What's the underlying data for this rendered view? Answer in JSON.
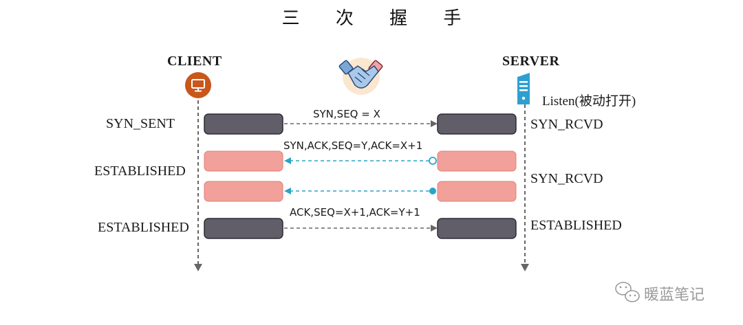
{
  "title": "三 次 握 手",
  "client": {
    "label": "CLIENT"
  },
  "server": {
    "label": "SERVER",
    "listen": "Listen(被动打开)"
  },
  "client_states": [
    "SYN_SENT",
    "ESTABLISHED",
    "ESTABLISHED"
  ],
  "server_states": [
    "SYN_RCVD",
    "SYN_RCVD",
    "ESTABLISHED"
  ],
  "messages": [
    "SYN,SEQ = X",
    "SYN,ACK,SEQ=Y,ACK=X+1",
    "ACK,SEQ=X+1,ACK=Y+1"
  ],
  "watermark": "暖蓝笔记",
  "icons": {
    "client": "monitor-icon",
    "server": "server-icon",
    "center": "handshake-icon",
    "watermark": "wechat-icon"
  },
  "colors": {
    "dark_block": "#615e69",
    "pink_block": "#f1a09a",
    "arrow_right": "#666666",
    "arrow_left": "#2aa4c8",
    "client_badge": "#c9561b",
    "server_icon": "#2f9fd0"
  }
}
